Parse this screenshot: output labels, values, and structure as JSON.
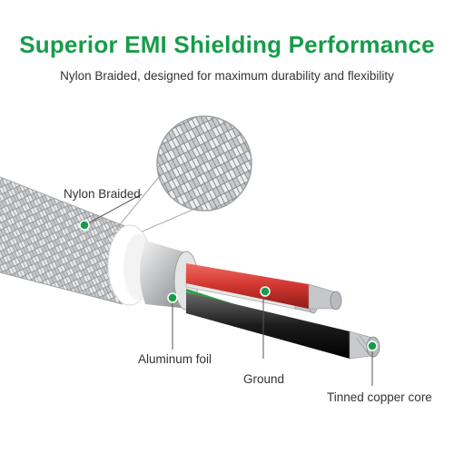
{
  "header": {
    "title": "Superior EMI Shielding Performance",
    "subtitle": "Nylon Braided, designed for maximum durability and flexibility"
  },
  "callouts": {
    "nylon_braided": "Nylon Braided",
    "aluminum_foil": "Aluminum foil",
    "ground": "Ground",
    "tinned_copper_core": "Tinned copper core"
  },
  "colors": {
    "accent_green": "#179c4a",
    "braid_silver": "#c9cbcd",
    "wire_red": "#d0352f",
    "wire_white": "#eaeaea",
    "wire_green": "#2f9e45",
    "wire_black": "#1c1c1c",
    "copper_silver": "#b9bcbf"
  }
}
